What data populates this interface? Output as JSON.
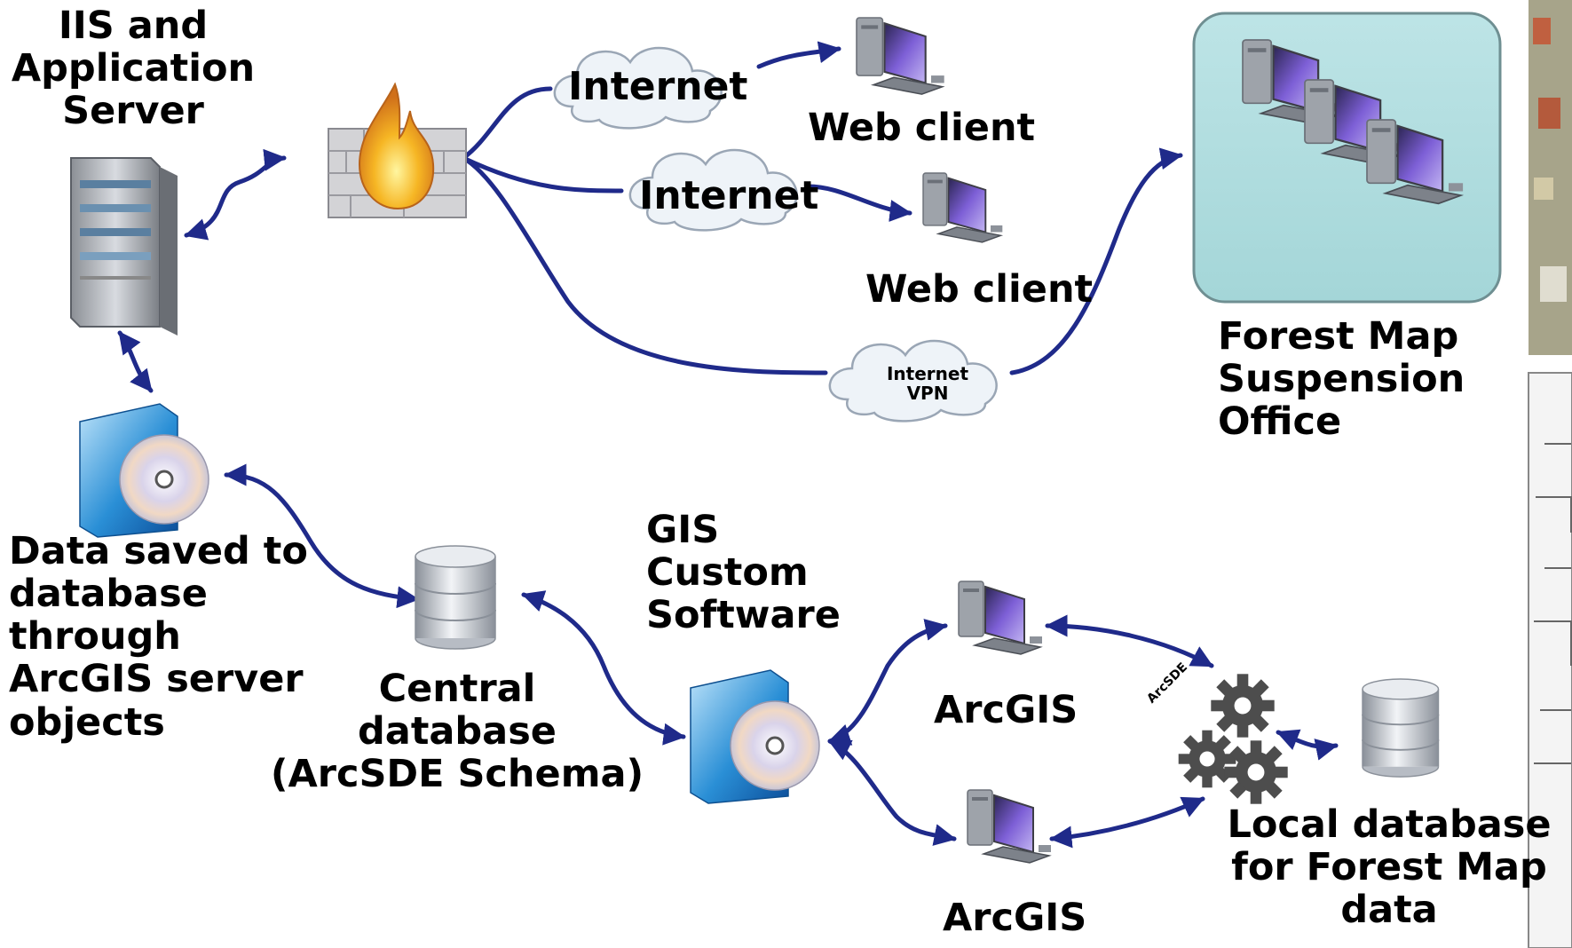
{
  "nodes": {
    "app_server": {
      "title": [
        "IIS and",
        "Application",
        "Server"
      ]
    },
    "firewall": {},
    "internet_1": {
      "label": "Internet"
    },
    "internet_2": {
      "label": "Internet"
    },
    "vpn_cloud": {
      "label": [
        "Internet",
        "VPN"
      ]
    },
    "web_client_1": {
      "label": "Web client"
    },
    "web_client_2": {
      "label": "Web client"
    },
    "office": {
      "label": [
        "Forest Map",
        "Suspension",
        "Office"
      ]
    },
    "arcgis_server": {
      "label": [
        "Data saved to",
        "database",
        "through",
        "ArcGIS server",
        "objects"
      ]
    },
    "central_db": {
      "label": [
        "Central",
        "database",
        "(ArcSDE Schema)"
      ]
    },
    "gis_software": {
      "label": [
        "GIS",
        "Custom",
        "Software"
      ]
    },
    "arcgis_1": {
      "label": "ArcGIS"
    },
    "arcgis_2": {
      "label": "ArcGIS"
    },
    "arcsde": {
      "label": "ArcSDE"
    },
    "local_db": {
      "label": [
        "Local database",
        "for Forest Map",
        "data"
      ]
    }
  },
  "colors": {
    "connector": "#1f2a8a",
    "office_fill": "#a9dadc",
    "office_border": "#6f8f92",
    "cloud_fill": "#eef3f8",
    "cloud_stroke": "#9aa6b5"
  }
}
